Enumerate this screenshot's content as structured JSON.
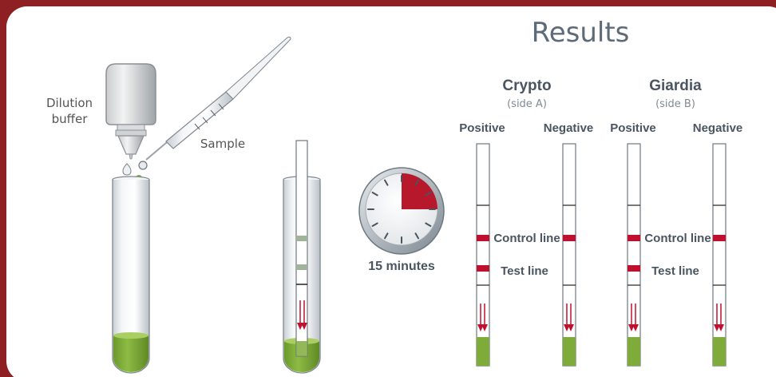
{
  "left": {
    "dilution_line1": "Dilution",
    "dilution_line2": "buffer",
    "sample": "Sample"
  },
  "timer": {
    "label": "15 minutes",
    "fraction_elapsed": 0.25
  },
  "results": {
    "title": "Results",
    "crypto": {
      "name": "Crypto",
      "side": "(side A)"
    },
    "giardia": {
      "name": "Giardia",
      "side": "(side B)"
    },
    "positive": "Positive",
    "negative": "Negative",
    "control_line": "Control line",
    "test_line": "Test line"
  },
  "colors": {
    "border": "#8e1f22",
    "line_red": "#c0102f",
    "liquid_green": "#7fab3a",
    "text_slate": "#5d6b78"
  }
}
